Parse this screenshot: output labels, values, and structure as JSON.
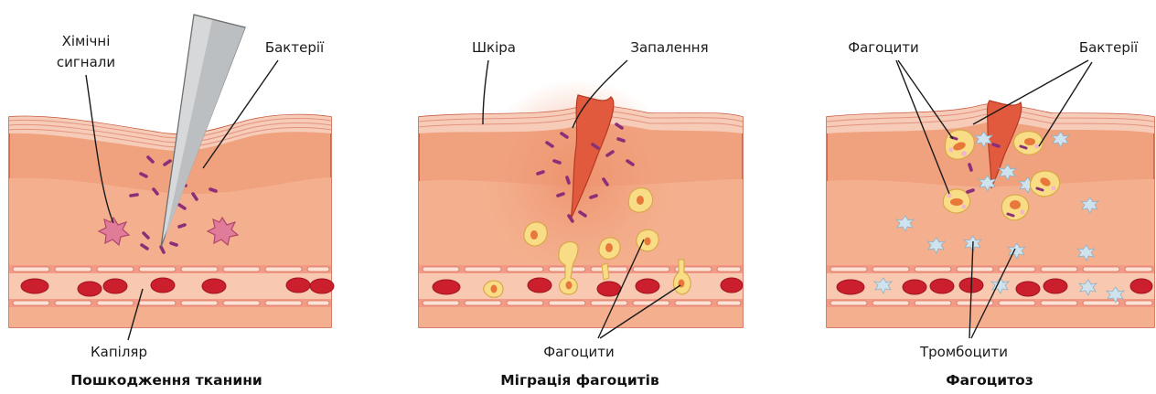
{
  "colors": {
    "skin_top": "#f6cbb8",
    "skin_line": "#e3937e",
    "epidermis": "#eb8a68",
    "dermis": "#f0a27e",
    "dermis_lower": "#f4b08e",
    "tissue_edge": "#c8553a",
    "vessel_wall": "#f19a86",
    "vessel_lumen": "#f8c9b0",
    "red_cell": "#cc1f2d",
    "bacteria": "#8a2f78",
    "chemical_signal": "#e07b9a",
    "phagocyte": "#f9dc86",
    "phagocyte_nucleus": "#e7783a",
    "platelet": "#cfe3ee",
    "wound": "#e25a3d",
    "needle": "#d6d8d9"
  },
  "panels": [
    {
      "caption": "Пошкодження тканини",
      "labels": {
        "chemical_signals": "Хімічні\nсигнали",
        "bacteria": "Бактерії",
        "capillary": "Капіляр"
      }
    },
    {
      "caption": "Міграція фагоцитів",
      "labels": {
        "skin": "Шкіра",
        "inflammation": "Запалення",
        "phagocytes": "Фагоцити"
      }
    },
    {
      "caption": "Фагоцитоз",
      "labels": {
        "phagocytes": "Фагоцити",
        "bacteria": "Бактерії",
        "platelets": "Тромбоцити"
      }
    }
  ],
  "icons": [
    "needle-icon",
    "chemical-signal-icon",
    "bacteria-icon",
    "phagocyte-icon",
    "red-blood-cell-icon",
    "platelet-icon"
  ]
}
